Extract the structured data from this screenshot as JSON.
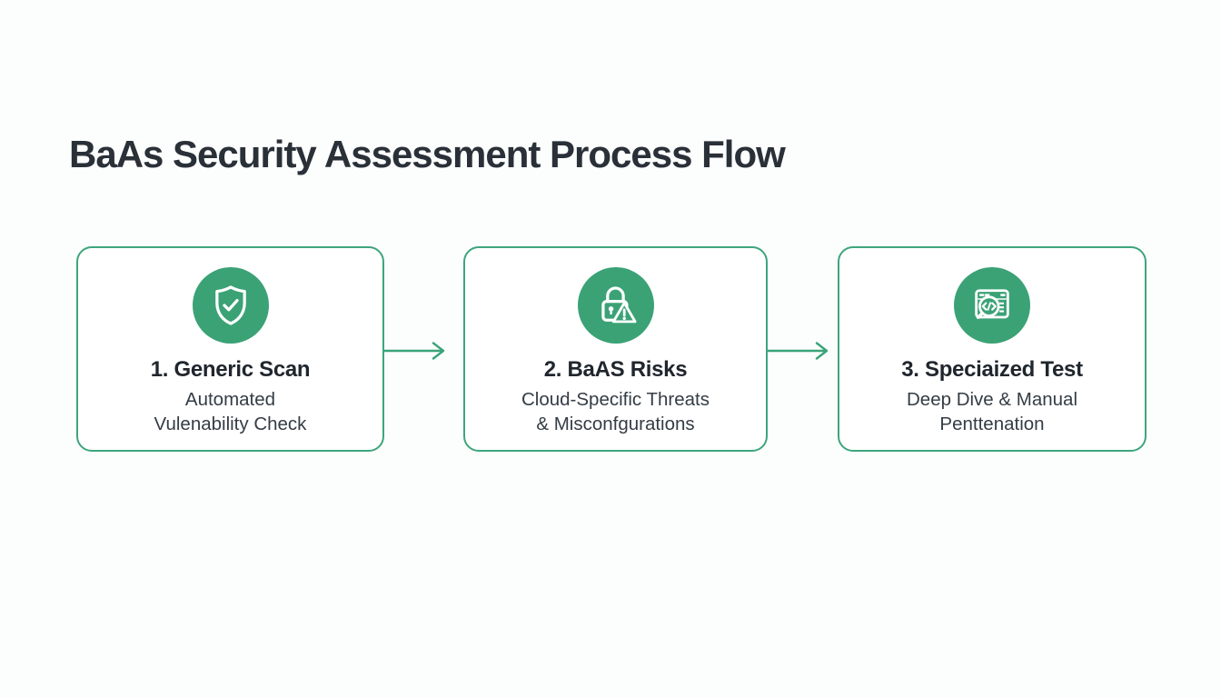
{
  "title": "BaAs Security Assessment Process Flow",
  "steps": [
    {
      "icon": "shield-check-icon",
      "title": "1. Generic Scan",
      "subtitle_line1": "Automated",
      "subtitle_line2": "Vulenability Check"
    },
    {
      "icon": "lock-alert-icon",
      "title": "2. BaAS Risks",
      "subtitle_line1": "Cloud-Specific Threats",
      "subtitle_line2": "& Misconfgurations"
    },
    {
      "icon": "code-search-browser-icon",
      "title": "3. Speciaized Test",
      "subtitle_line1": "Deep Dive & Manual",
      "subtitle_line2": "Penttenation"
    }
  ],
  "connectors": [
    {
      "icon": "arrow-right-icon"
    },
    {
      "icon": "arrow-right-icon"
    }
  ],
  "colors": {
    "accent_green": "#3BA276",
    "border_green": "#3EA57C",
    "arrow_green": "#3AA379",
    "heading_text": "#2A3038",
    "card_title_text": "#20262D",
    "card_subtitle_text": "#343C45",
    "background": "#FCFDFD",
    "card_background": "#FFFFFF",
    "icon_foreground": "#FFFFFF"
  }
}
